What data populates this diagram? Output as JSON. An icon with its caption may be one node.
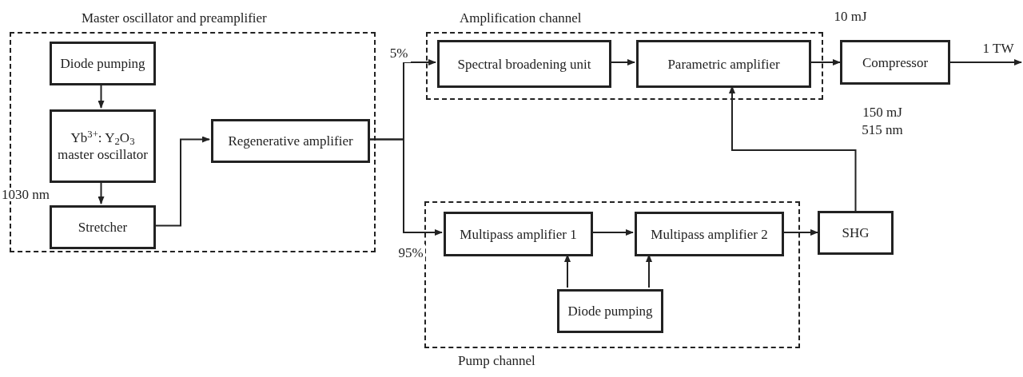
{
  "diagram": {
    "nodes": [
      {
        "text": [
          "Master oscillator and preamplifier"
        ]
      },
      {
        "text": [
          "Diode pumping"
        ],
        "in": 0
      },
      {
        "text": [
          "Yb$^{3+}$: Y$_{2}$O$_{3}$ master oscillator"
        ],
        "in": 0
      },
      {
        "text": [
          "Stretcher"
        ],
        "in": 0
      },
      {
        "text": [
          "Regenerative amplifier"
        ],
        "in": 0
      },
      {
        "text": [
          "Amplification channel"
        ]
      },
      {
        "text": [
          "Spectral broadening unit"
        ],
        "in": 5
      },
      {
        "text": [
          "Parametric amplifier"
        ],
        "in": 5
      },
      {
        "text": [
          "Compressor"
        ]
      },
      {
        "text": [
          "Pump channel"
        ]
      },
      {
        "text": [
          "Multipass amplifier 1"
        ],
        "in": 9
      },
      {
        "text": [
          "Multipass amplifier 2"
        ],
        "in": 9
      },
      {
        "text": [
          "Diode pumping"
        ],
        "in": 9
      },
      {
        "text": [
          "SHG"
        ]
      }
    ],
    "edges": [
      {
        "from": 1,
        "to": 2,
        "arrow": "to"
      },
      {
        "from": 2,
        "to": 3,
        "arrow": "to"
      },
      {
        "from": 3,
        "to": 4,
        "arrow": "to"
      },
      {
        "from": 4,
        "to": 6,
        "arrow": "to",
        "label": "5%"
      },
      {
        "from": 4,
        "to": 10,
        "arrow": "to",
        "label": "95%"
      },
      {
        "from": 6,
        "to": 7,
        "arrow": "to"
      },
      {
        "from": 7,
        "to": 8,
        "arrow": "to",
        "label": "10 mJ"
      },
      {
        "from": 8,
        "to": null,
        "arrow": "to",
        "label": "1 TW"
      },
      {
        "from": 10,
        "to": 11,
        "arrow": "to"
      },
      {
        "from": 11,
        "to": 13,
        "arrow": "to"
      },
      {
        "from": 12,
        "to": 10,
        "arrow": "to"
      },
      {
        "from": 12,
        "to": 11,
        "arrow": "to"
      },
      {
        "from": 13,
        "to": 7,
        "arrow": "to",
        "label": "150 mJ 515 nm"
      }
    ],
    "labels": [
      "1030 nm"
    ]
  }
}
